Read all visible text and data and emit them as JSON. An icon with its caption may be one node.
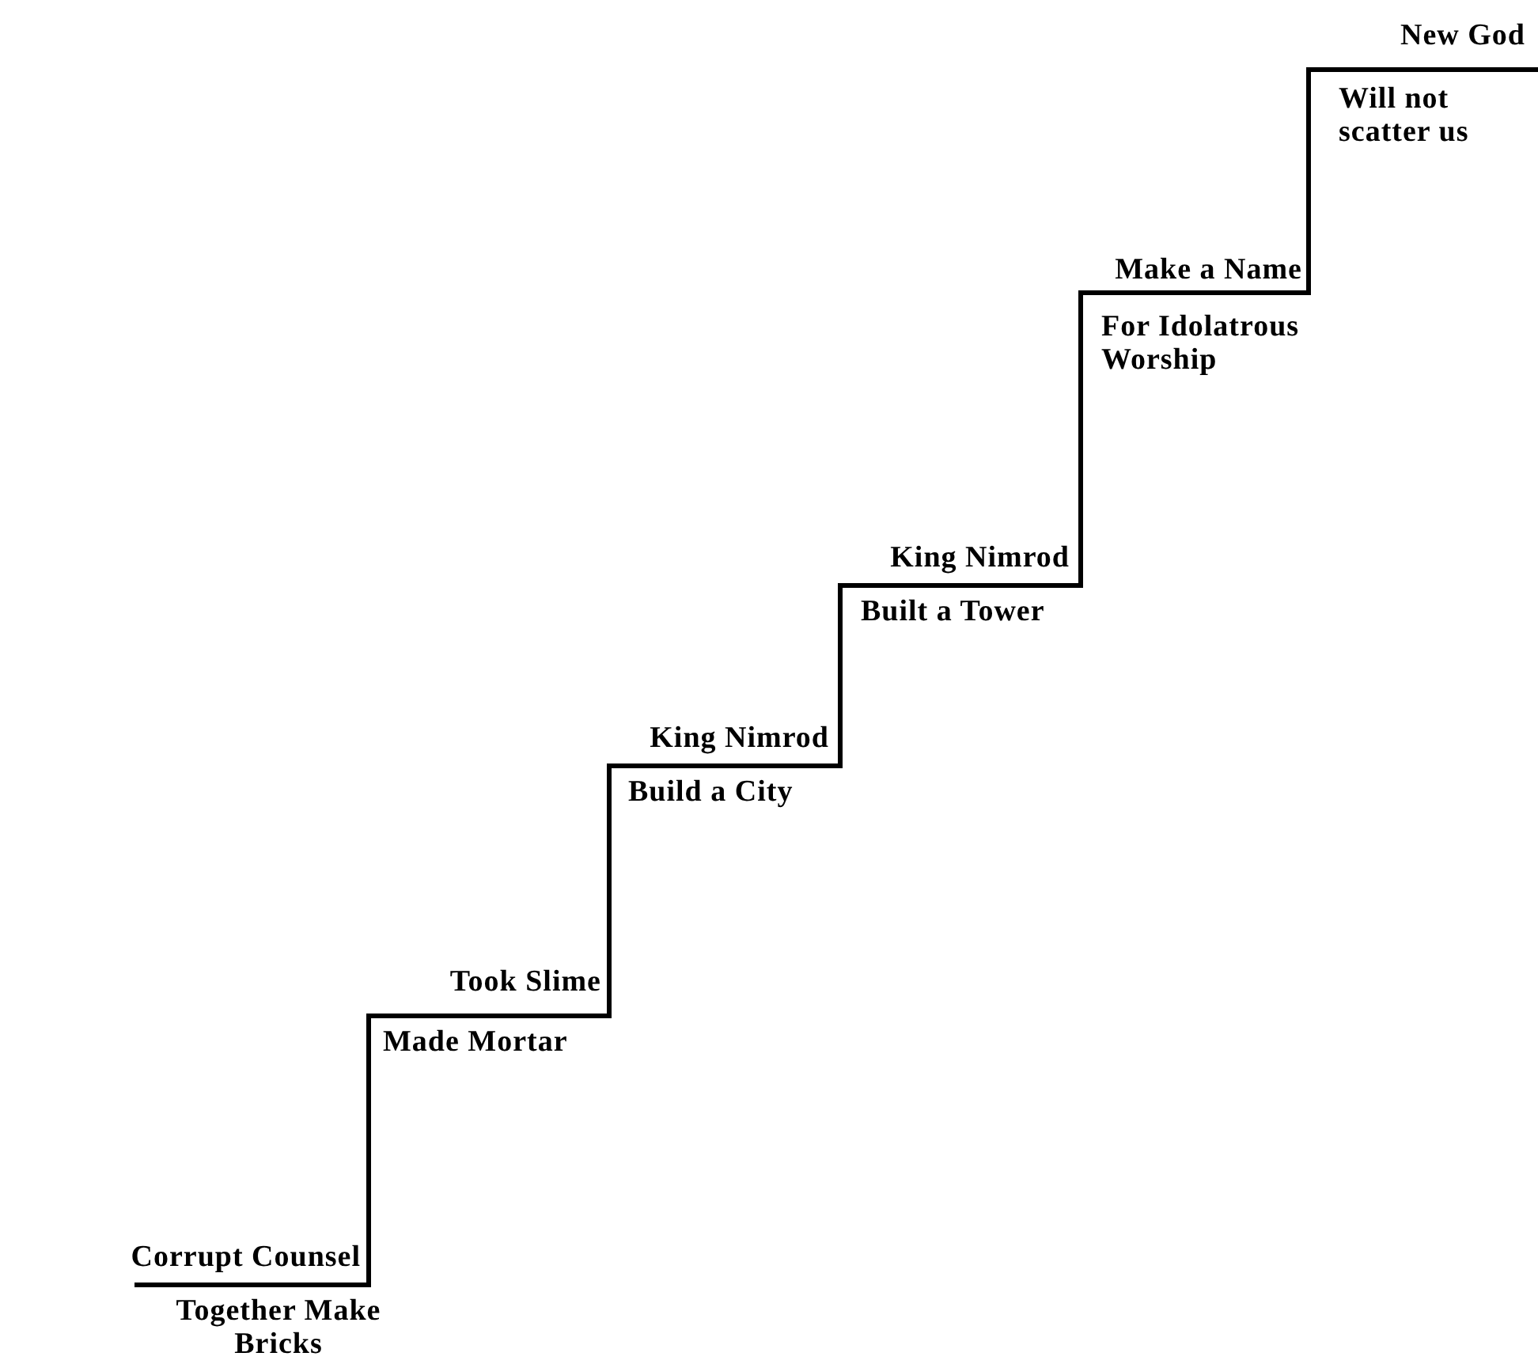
{
  "diagram": {
    "labels": [
      "New God",
      "Will not scatter us",
      "Make a Name",
      "For Idolatrous Worship",
      "King Nimrod",
      "Built a Tower",
      "King Nimrod",
      "Build a City",
      "Took Slime",
      "Made Mortar",
      "Corrupt Counsel",
      "Together Make Bricks"
    ]
  }
}
